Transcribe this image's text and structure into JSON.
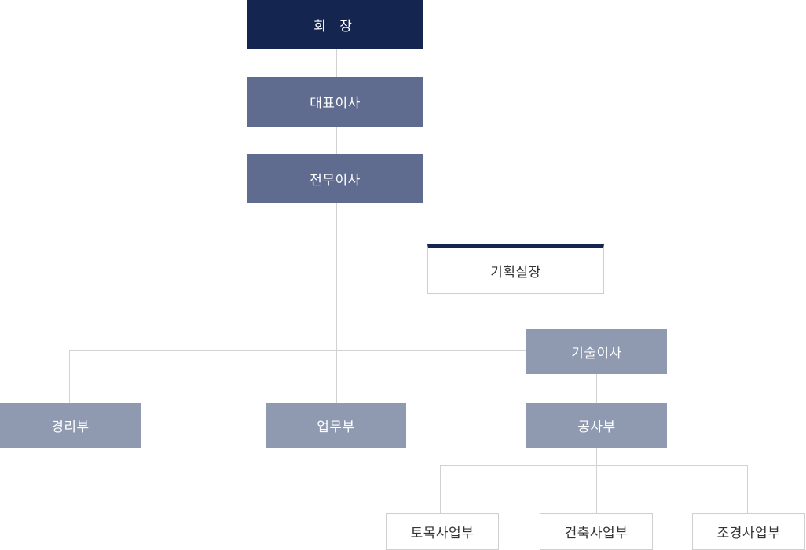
{
  "org_chart": {
    "chairman": "회 장",
    "ceo": "대표이사",
    "managing_director": "전무이사",
    "planning_head": "기획실장",
    "technical_director": "기술이사",
    "departments": {
      "management": "경리부",
      "business": "업무부",
      "construction": "공사부"
    },
    "construction_divisions": {
      "civil": "토목사업부",
      "architecture": "건축사업부",
      "landscape": "조경사업부"
    }
  },
  "colors": {
    "navy": "#14264f",
    "slate": "#5f6c8f",
    "gray": "#8f99b0",
    "line": "#d2d2d2"
  }
}
